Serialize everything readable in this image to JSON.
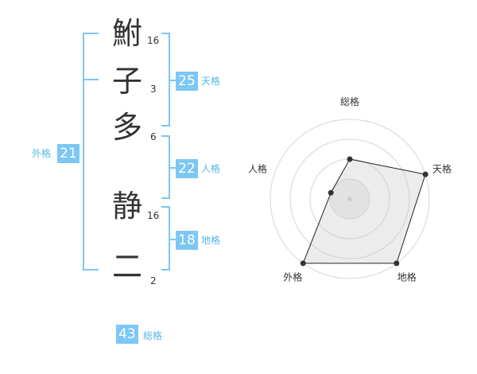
{
  "name": {
    "characters": [
      {
        "char": "鮒",
        "strokes": "16"
      },
      {
        "char": "子",
        "strokes": "3"
      },
      {
        "char": "多",
        "strokes": "6"
      },
      {
        "char": "静",
        "strokes": "16"
      },
      {
        "char": "二",
        "strokes": "2"
      }
    ]
  },
  "kakusu": {
    "tenkaku": {
      "value": "25",
      "label": "天格"
    },
    "jinkaku": {
      "value": "22",
      "label": "人格"
    },
    "chikaku": {
      "value": "18",
      "label": "地格"
    },
    "gaikaku": {
      "value": "21",
      "label": "外格"
    },
    "soukaku": {
      "value": "43",
      "label": "総格"
    }
  },
  "colors": {
    "accent": "#7cc7f4",
    "label": "#55b7ea"
  },
  "chart_data": {
    "type": "radar",
    "axes": [
      "総格",
      "天格",
      "地格",
      "外格",
      "人格"
    ],
    "rings": 4,
    "max": 4,
    "values": [
      2,
      4,
      4,
      4,
      1
    ]
  }
}
